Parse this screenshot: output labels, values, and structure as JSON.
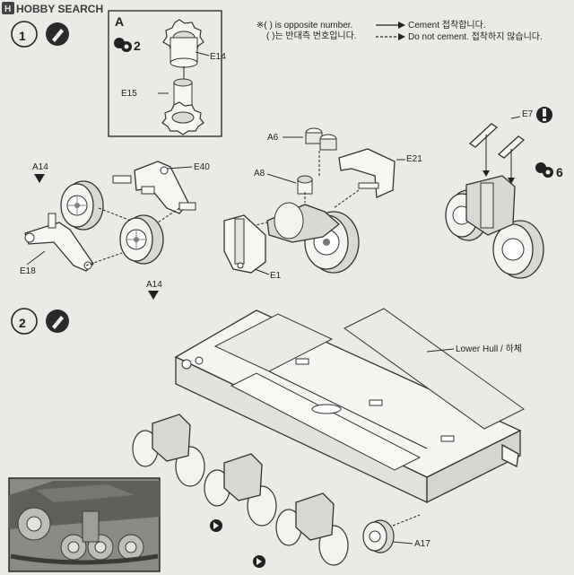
{
  "watermark": {
    "logo_text": "HOBBY SEARCH"
  },
  "legend": {
    "opposite_note": "※( ) is opposite number.",
    "opposite_note_ko": "( )는 반대측 번호입니다.",
    "cement": "Cement 접착합니다.",
    "no_cement": "Do not cement. 접착하지 않습니다."
  },
  "steps": [
    {
      "number": "1"
    },
    {
      "number": "2"
    }
  ],
  "sub_a": {
    "letter": "A",
    "repeat": "2",
    "parts": [
      "E14",
      "E15"
    ]
  },
  "sub_group": {
    "repeat": "6",
    "parts": [
      "E7"
    ]
  },
  "part_labels": {
    "a14_top": "A14",
    "a14_bottom": "A14",
    "e40": "E40",
    "e18": "E18",
    "a6": "A6",
    "a8": "A8",
    "e21": "E21",
    "e1": "E1",
    "a17": "A17",
    "lower_hull": "Lower Hull / 하체"
  }
}
